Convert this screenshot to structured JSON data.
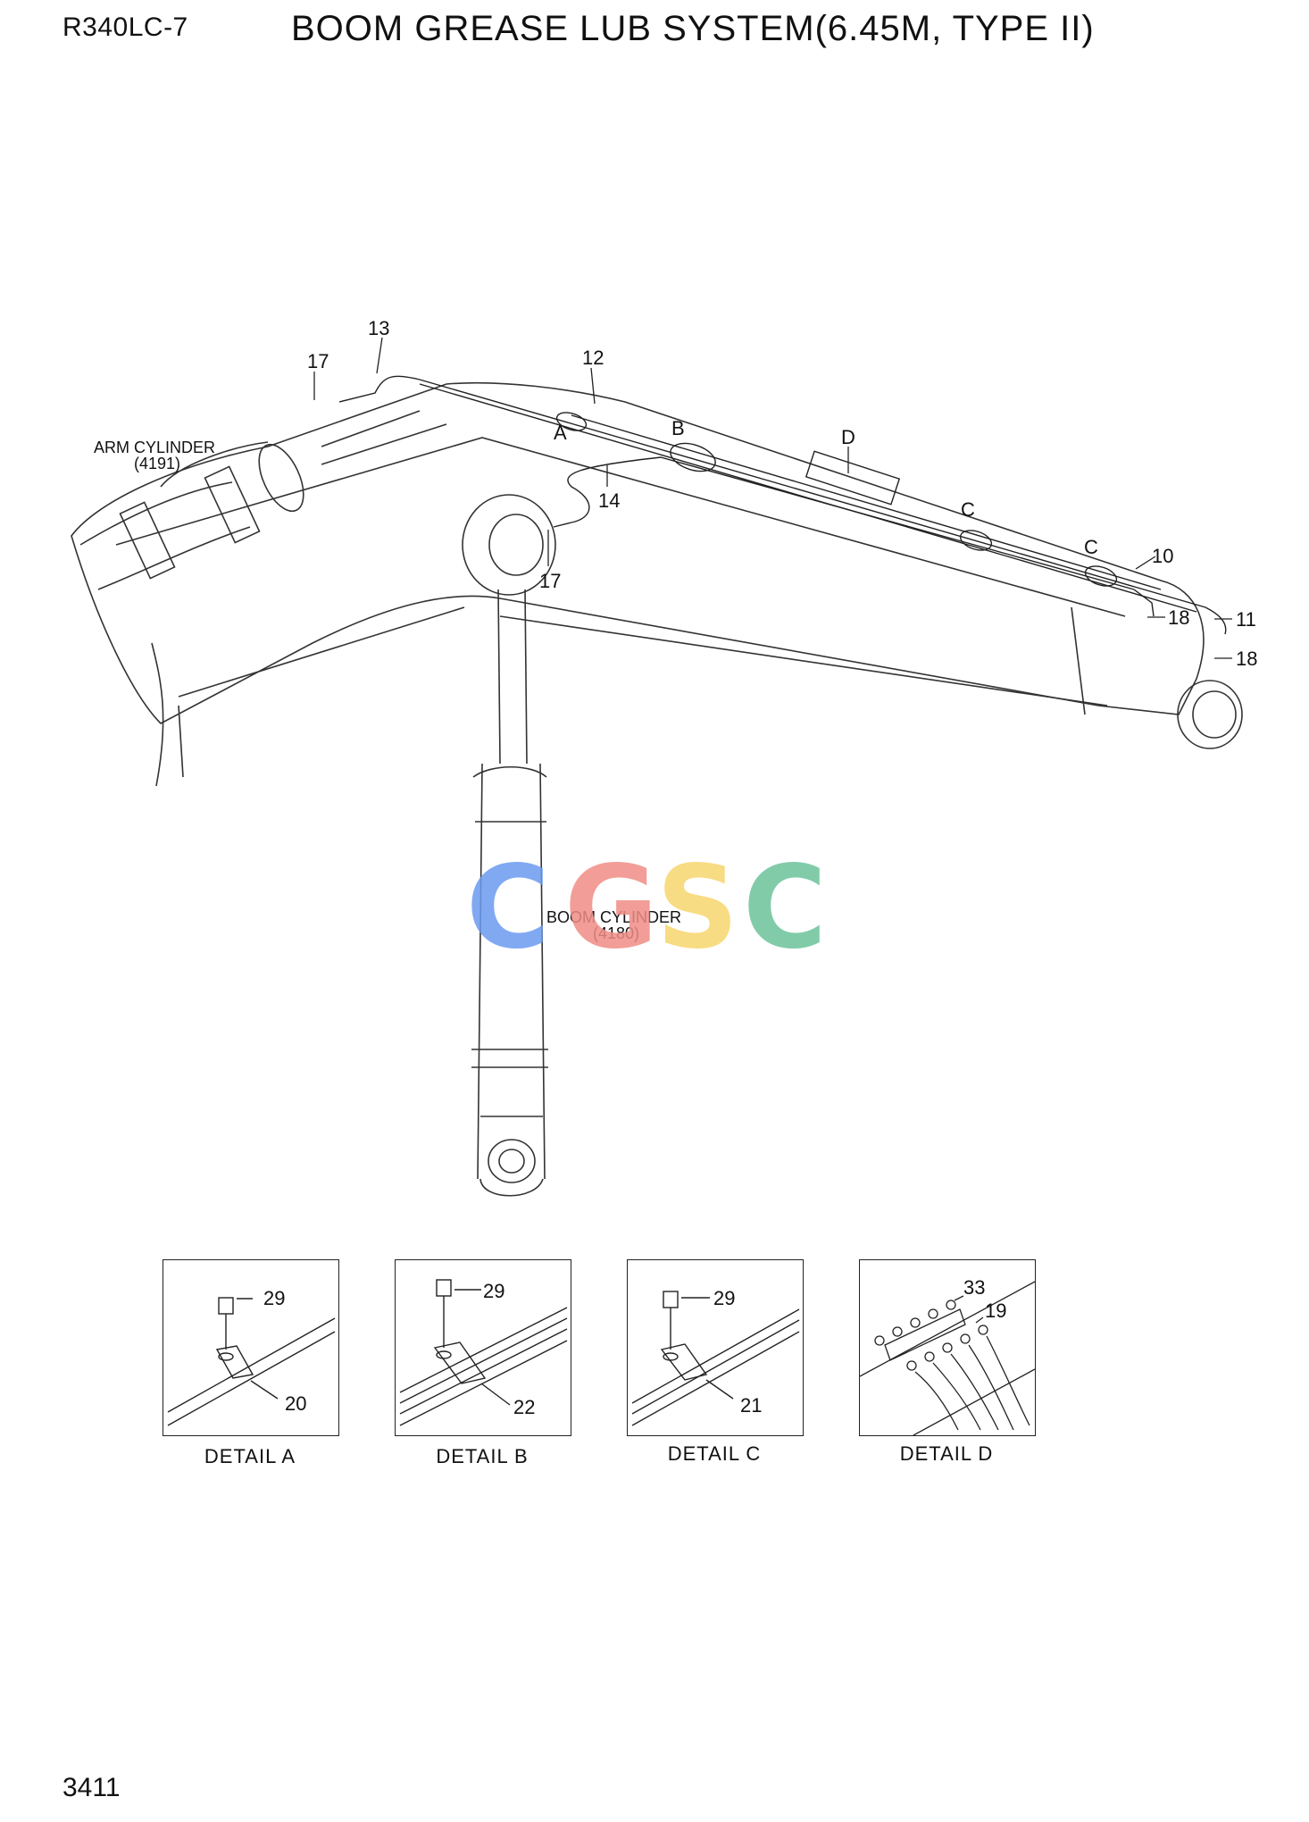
{
  "header": {
    "model": "R340LC-7",
    "title": "BOOM GREASE LUB SYSTEM(6.45M, TYPE II)"
  },
  "footer": {
    "page_number": "3411"
  },
  "watermark": {
    "letters": [
      "C",
      "G",
      "S",
      "C"
    ],
    "colors": [
      "#6a9bf0",
      "#f08d86",
      "#f7d66e",
      "#6cc29b"
    ]
  },
  "labels": {
    "arm_cylinder": "ARM CYLINDER",
    "arm_cylinder_code": "(4191)",
    "boom_cylinder": "BOOM CYLINDER",
    "boom_cylinder_code": "(4180)"
  },
  "part_numbers": {
    "p13": "13",
    "p17_top": "17",
    "p12": "12",
    "p14": "14",
    "p17_mid": "17",
    "p10": "10",
    "p18_upper": "18",
    "p11": "11",
    "p18_lower": "18"
  },
  "detail_markers": {
    "a": "A",
    "b": "B",
    "d": "D",
    "c1": "C",
    "c2": "C"
  },
  "details": [
    {
      "caption": "DETAIL  A",
      "parts": [
        "29",
        "20"
      ]
    },
    {
      "caption": "DETAIL  B",
      "parts": [
        "29",
        "22"
      ]
    },
    {
      "caption": "DETAIL  C",
      "parts": [
        "29",
        "21"
      ]
    },
    {
      "caption": "DETAIL  D",
      "parts": [
        "33",
        "19"
      ]
    }
  ]
}
